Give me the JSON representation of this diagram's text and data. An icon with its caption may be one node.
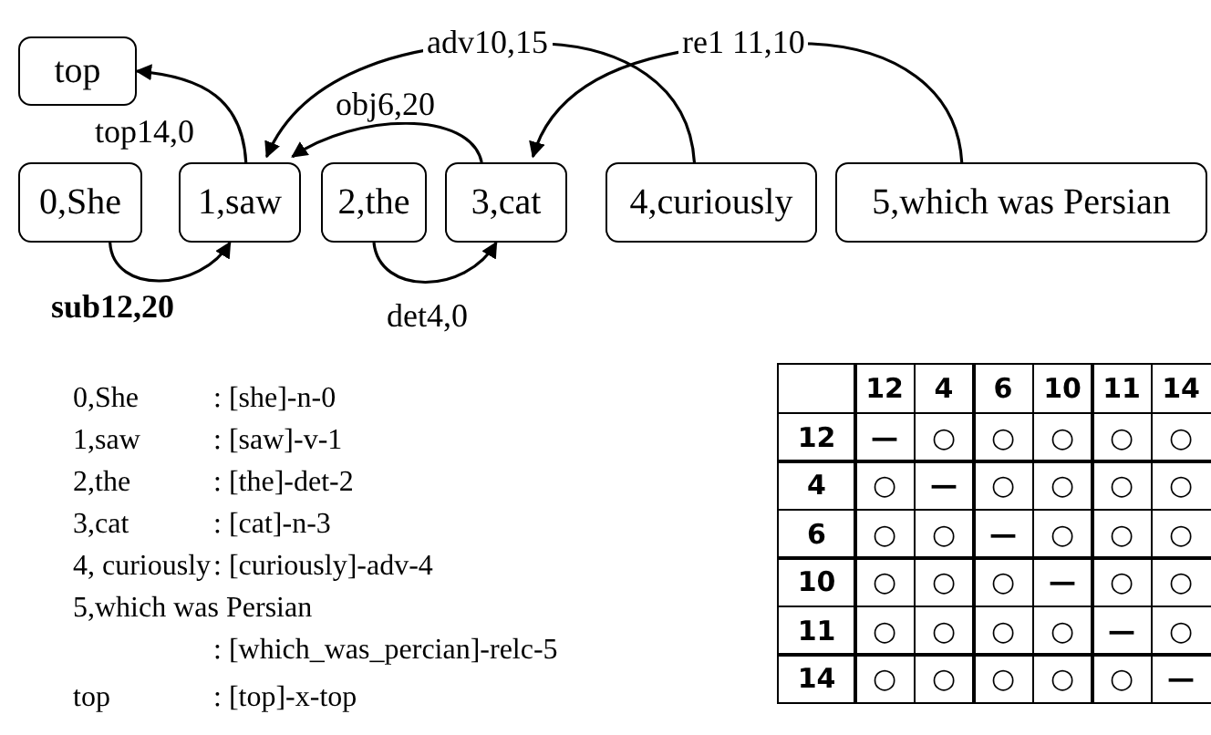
{
  "diagram": {
    "nodes": [
      {
        "text": [
          "top"
        ]
      },
      {
        "text": [
          "0,She"
        ]
      },
      {
        "text": [
          "1,saw"
        ]
      },
      {
        "text": [
          "2,the"
        ]
      },
      {
        "text": [
          "3,cat"
        ]
      },
      {
        "text": [
          "4,curiously"
        ]
      },
      {
        "text": [
          "5,which was Persian"
        ]
      }
    ],
    "edges": [
      {
        "from": 2,
        "to": 0,
        "arrow": "to",
        "label": "top14,0"
      },
      {
        "from": 1,
        "to": 2,
        "arrow": "to",
        "label": "sub12,20"
      },
      {
        "from": 4,
        "to": 2,
        "arrow": "to",
        "label": "obj6,20"
      },
      {
        "from": 3,
        "to": 4,
        "arrow": "to",
        "label": "det4,0"
      },
      {
        "from": 5,
        "to": 2,
        "arrow": "to",
        "label": "adv10,15"
      },
      {
        "from": 6,
        "to": 4,
        "arrow": "to",
        "label": "re1 11,10"
      }
    ],
    "labels": [
      "0,She",
      ": [she]-n-0",
      "1,saw",
      ": [saw]-v-1",
      "2,the",
      ": [the]-det-2",
      "3,cat",
      ": [cat]-n-3",
      "4, curiously",
      ": [curiously]-adv-4",
      "5,which was Persian",
      ": [which_was_percian]-relc-5",
      "top",
      ": [top]-x-top",
      "12",
      "4",
      "6",
      "10",
      "11",
      "14",
      "12",
      "—",
      "○",
      "○",
      "○",
      "○",
      "○",
      "4",
      "○",
      "—",
      "○",
      "○",
      "○",
      "○",
      "6",
      "○",
      "○",
      "—",
      "○",
      "○",
      "○",
      "10",
      "○",
      "○",
      "○",
      "—",
      "○",
      "○",
      "11",
      "○",
      "○",
      "○",
      "○",
      "—",
      "○",
      "14",
      "○",
      "○",
      "○",
      "○",
      "○",
      "—"
    ]
  }
}
